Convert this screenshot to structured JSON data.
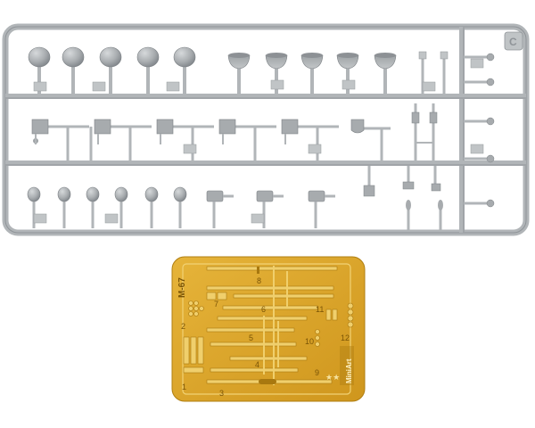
{
  "sprue": {
    "color": "#b3b7ba",
    "shadow": "#8c9195",
    "highlight": "#d4d7d9",
    "gate_label": "C",
    "counts": {
      "helmets": 5,
      "bowls": 5,
      "grenades_small": 6,
      "cans": 3,
      "diggers": 5,
      "tip_tabs": 5
    }
  },
  "photo_etch": {
    "color": "#d9a526",
    "dark": "#b07f12",
    "light": "#f1d275",
    "code": "M-67",
    "brand": "MiniArt",
    "numbers": [
      "1",
      "2",
      "3",
      "4",
      "5",
      "6",
      "7",
      "8",
      "9",
      "10",
      "11",
      "12"
    ]
  }
}
